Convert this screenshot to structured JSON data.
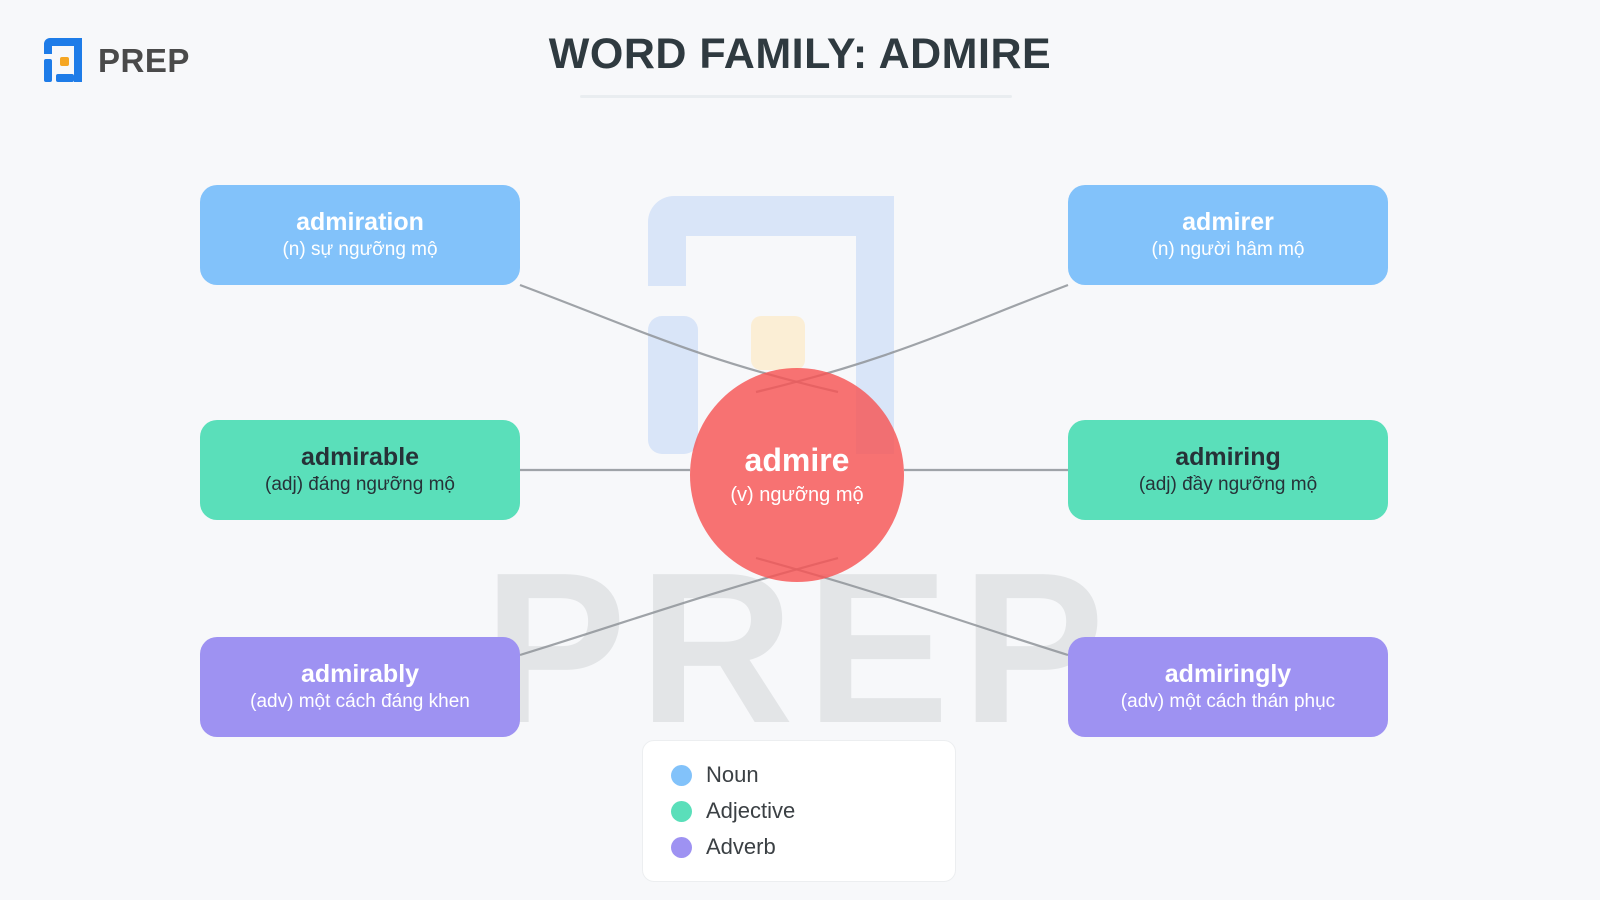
{
  "brand": {
    "name": "PREP",
    "logo_icon": "prep-logo-icon",
    "logo_blue": "#1E7CE8",
    "logo_accent": "#F5A623"
  },
  "header": {
    "title": "WORD FAMILY: ADMIRE"
  },
  "watermark": {
    "word": "PREP",
    "mark_icon": "prep-watermark-icon"
  },
  "center": {
    "word": "admire",
    "meaning": "(v) ngưỡng mộ",
    "color": "#F75454"
  },
  "cards": [
    {
      "id": "admiration",
      "word": "admiration",
      "meaning": "(n) sự ngưỡng mộ",
      "pos": "noun",
      "color": "#82C2FA"
    },
    {
      "id": "admirer",
      "word": "admirer",
      "meaning": "(n) người hâm mộ",
      "pos": "noun",
      "color": "#82C2FA"
    },
    {
      "id": "admirable",
      "word": "admirable",
      "meaning": "(adj) đáng ngưỡng mộ",
      "pos": "adjective",
      "color": "#5ADFBA"
    },
    {
      "id": "admiring",
      "word": "admiring",
      "meaning": "(adj) đầy ngưỡng mộ",
      "pos": "adjective",
      "color": "#5ADFBA"
    },
    {
      "id": "admirably",
      "word": "admirably",
      "meaning": "(adv) một cách đáng khen",
      "pos": "adverb",
      "color": "#9E92F2"
    },
    {
      "id": "admiringly",
      "word": "admiringly",
      "meaning": "(adv) một cách thán phục",
      "pos": "adverb",
      "color": "#9E92F2"
    }
  ],
  "legend": {
    "items": [
      {
        "label": "Noun",
        "color": "#82C2FA"
      },
      {
        "label": "Adjective",
        "color": "#5ADFBA"
      },
      {
        "label": "Adverb",
        "color": "#9E92F2"
      }
    ]
  }
}
